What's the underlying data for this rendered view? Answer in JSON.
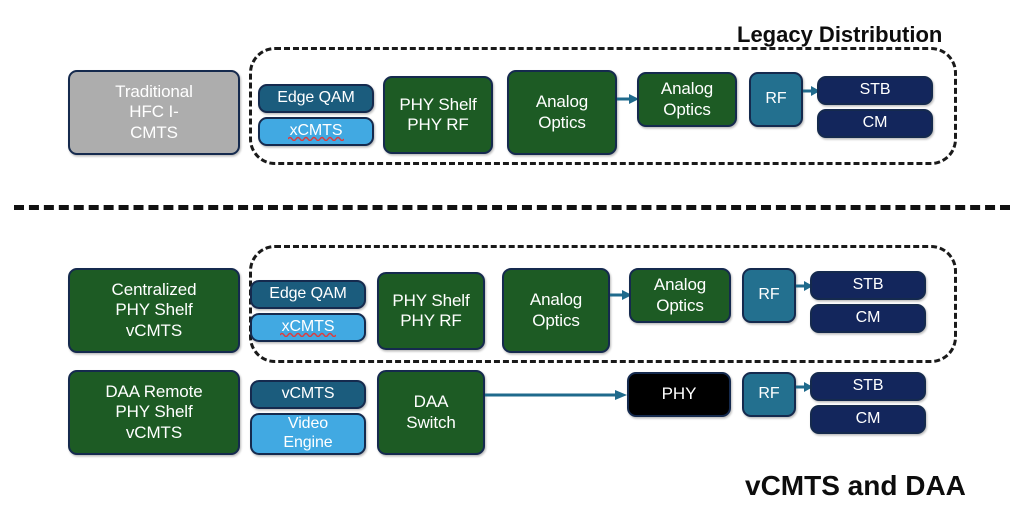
{
  "diagram": {
    "title_top": "Legacy Distribution",
    "title_bottom": "vCMTS and DAA",
    "accent_colors": {
      "green": "#1d5b24",
      "dark_blue": "#1b5c7d",
      "light_blue": "#41a9e2",
      "navy": "#13265c",
      "rf_teal": "#23708f",
      "gray": "#adadad",
      "black": "#000000",
      "arrow": "#1f6a8c",
      "outline": "#152a4e",
      "dash": "#1a1a1a",
      "spellcheck_underline": "#e03b3b"
    },
    "rows": [
      {
        "id": "legacy",
        "label": "Legacy Distribution",
        "nodes": {
          "source": "Traditional\nHFC I-\nCMTS",
          "edge_qam": "Edge QAM",
          "xcmts": "xCMTS",
          "phy_shelf": "PHY Shelf\nPHY RF",
          "analog_optics_1": "Analog\nOptics",
          "analog_optics_2": "Analog\nOptics",
          "rf": "RF",
          "stb": "STB",
          "cm": "CM"
        }
      },
      {
        "id": "centralized",
        "nodes": {
          "source": "Centralized\nPHY Shelf\nvCMTS",
          "edge_qam": "Edge QAM",
          "xcmts": "xCMTS",
          "phy_shelf": "PHY Shelf\nPHY RF",
          "analog_optics_1": "Analog\nOptics",
          "analog_optics_2": "Analog\nOptics",
          "rf": "RF",
          "stb": "STB",
          "cm": "CM"
        }
      },
      {
        "id": "daa",
        "label": "vCMTS and DAA",
        "nodes": {
          "source": "DAA Remote\nPHY Shelf\nvCMTS",
          "vcmts": "vCMTS",
          "video_engine": "Video\nEngine",
          "daa_switch": "DAA\nSwitch",
          "phy": "PHY",
          "rf": "RF",
          "stb": "STB",
          "cm": "CM"
        }
      }
    ]
  }
}
